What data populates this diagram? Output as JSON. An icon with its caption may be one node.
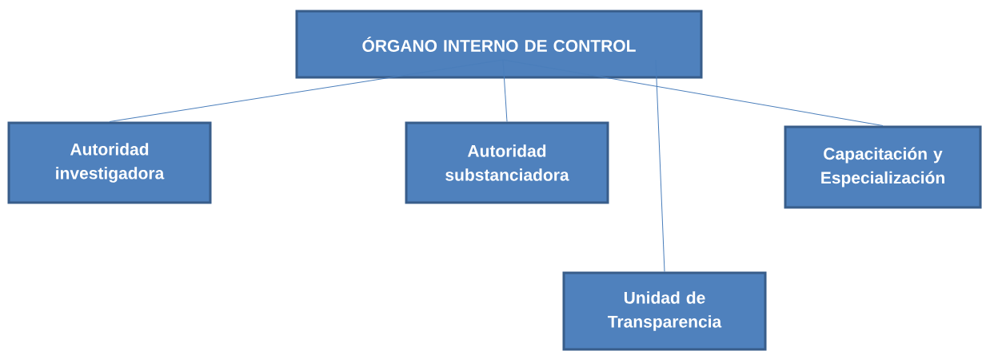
{
  "diagram": {
    "nodes": [
      {
        "text": [
          "ÓRGANO INTERNO DE CONTROL"
        ]
      },
      {
        "text": [
          "Autoridad investigadora"
        ]
      },
      {
        "text": [
          "Autoridad substanciadora"
        ]
      },
      {
        "text": [
          "Capacitación y Especialización"
        ]
      },
      {
        "text": [
          "Unidad de Transparencia"
        ]
      }
    ],
    "edges": [
      {
        "from": 0,
        "to": 1,
        "arrow": "none"
      },
      {
        "from": 0,
        "to": 2,
        "arrow": "none"
      },
      {
        "from": 0,
        "to": 3,
        "arrow": "none"
      },
      {
        "from": 0,
        "to": 4,
        "arrow": "none"
      }
    ]
  }
}
